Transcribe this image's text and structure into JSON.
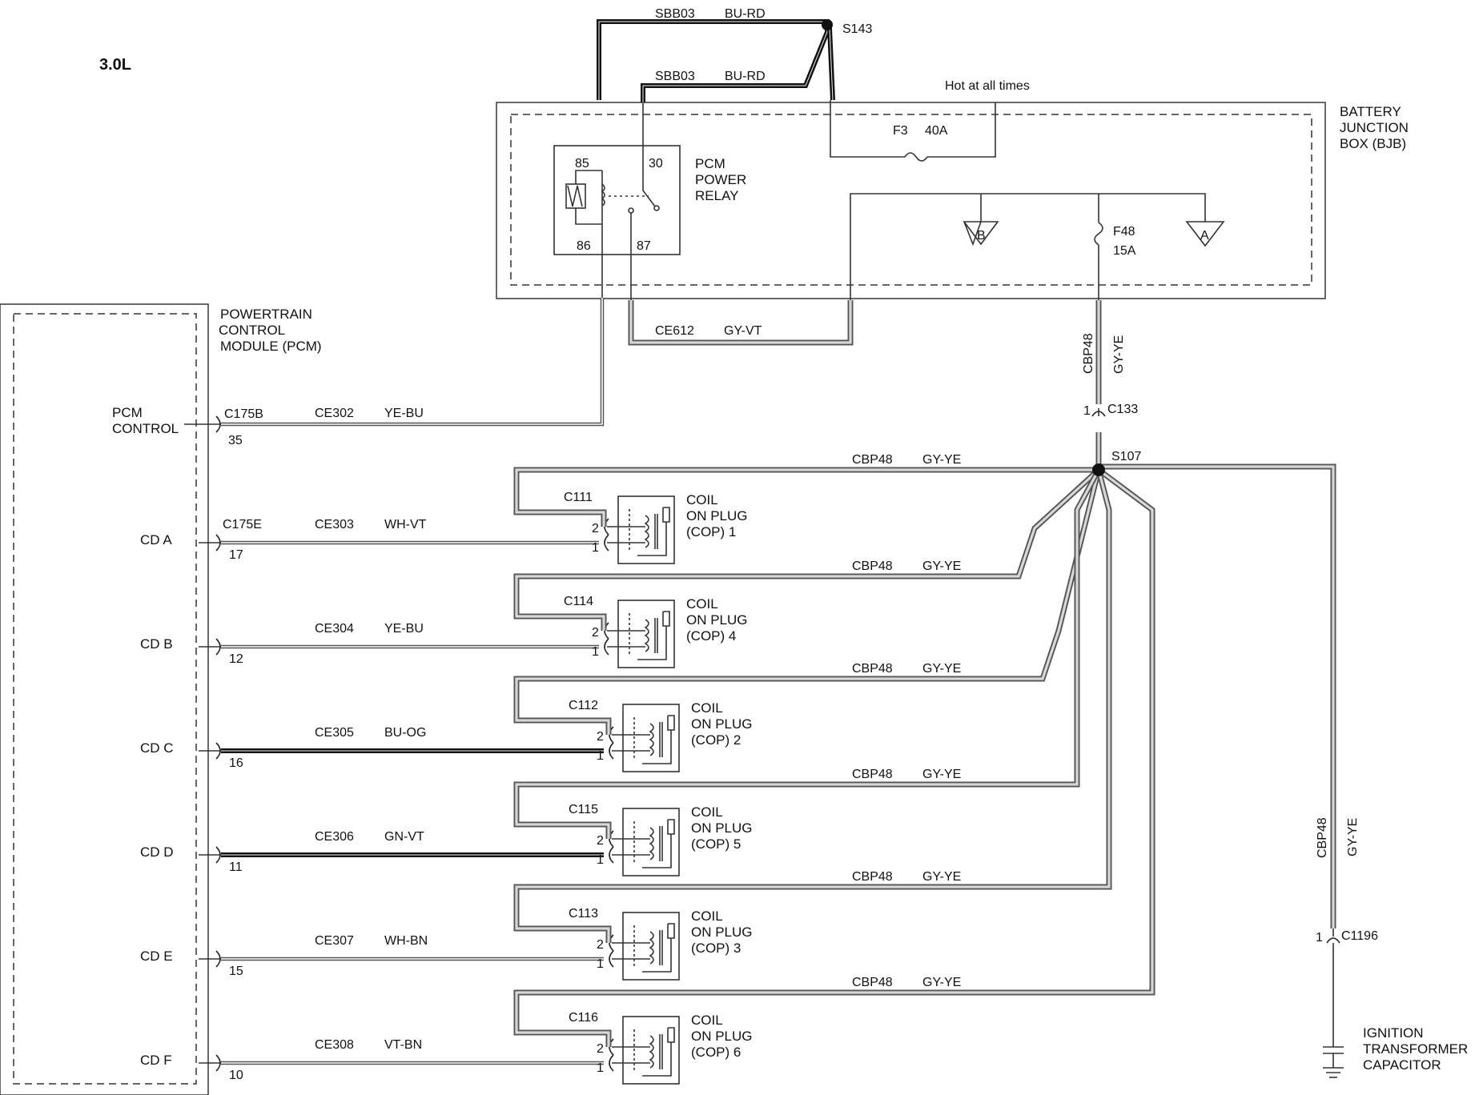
{
  "engine_label": "3.0L",
  "hot_label": "Hot at all times",
  "bjb": {
    "line1": "BATTERY",
    "line2": "JUNCTION",
    "line3": "BOX (BJB)"
  },
  "pcm": {
    "line1": "POWERTRAIN",
    "line2": "CONTROL",
    "line3": "MODULE (PCM)"
  },
  "relay": {
    "line1": "PCM",
    "line2": "POWER",
    "line3": "RELAY",
    "pin85": "85",
    "pin30": "30",
    "pin86": "86",
    "pin87": "87"
  },
  "fuses": {
    "f3_name": "F3",
    "f3_rating": "40A",
    "f48_name": "F48",
    "f48_rating": "15A",
    "term_a": "A",
    "term_b": "B"
  },
  "splices": {
    "s143": "S143",
    "s107": "S107"
  },
  "top_wires": [
    {
      "circuit": "SBB03",
      "color": "BU-RD"
    },
    {
      "circuit": "SBB03",
      "color": "BU-RD"
    }
  ],
  "ce612": {
    "circuit": "CE612",
    "color": "GY-VT"
  },
  "vert_cbp48": {
    "circuit": "CBP48",
    "color": "GY-YE"
  },
  "c133": {
    "pin": "1",
    "name": "C133"
  },
  "pcm_control": {
    "line1": "PCM",
    "line2": "CONTROL",
    "connector": "C175B",
    "pin": "35",
    "circuit": "CE302",
    "color": "YE-BU"
  },
  "cd_rows": [
    {
      "signal": "CD A",
      "connector": "C175E",
      "pin": "17",
      "circuit": "CE303",
      "color": "WH-VT"
    },
    {
      "signal": "CD B",
      "connector": "",
      "pin": "12",
      "circuit": "CE304",
      "color": "YE-BU"
    },
    {
      "signal": "CD C",
      "connector": "",
      "pin": "16",
      "circuit": "CE305",
      "color": "BU-OG"
    },
    {
      "signal": "CD D",
      "connector": "",
      "pin": "11",
      "circuit": "CE306",
      "color": "GN-VT"
    },
    {
      "signal": "CD E",
      "connector": "",
      "pin": "15",
      "circuit": "CE307",
      "color": "WH-BN"
    },
    {
      "signal": "CD F",
      "connector": "",
      "pin": "10",
      "circuit": "CE308",
      "color": "VT-BN"
    }
  ],
  "coils": [
    {
      "connector": "C111",
      "line1": "COIL",
      "line2": "ON PLUG",
      "line3": "(COP) 1",
      "pin_top": "2",
      "pin_bottom": "1",
      "feed_circuit": "CBP48",
      "feed_color": "GY-YE"
    },
    {
      "connector": "C114",
      "line1": "COIL",
      "line2": "ON PLUG",
      "line3": "(COP) 4",
      "pin_top": "2",
      "pin_bottom": "1",
      "feed_circuit": "CBP48",
      "feed_color": "GY-YE"
    },
    {
      "connector": "C112",
      "line1": "COIL",
      "line2": "ON PLUG",
      "line3": "(COP) 2",
      "pin_top": "2",
      "pin_bottom": "1",
      "feed_circuit": "CBP48",
      "feed_color": "GY-YE"
    },
    {
      "connector": "C115",
      "line1": "COIL",
      "line2": "ON PLUG",
      "line3": "(COP) 5",
      "pin_top": "2",
      "pin_bottom": "1",
      "feed_circuit": "CBP48",
      "feed_color": "GY-YE"
    },
    {
      "connector": "C113",
      "line1": "COIL",
      "line2": "ON PLUG",
      "line3": "(COP) 3",
      "pin_top": "2",
      "pin_bottom": "1",
      "feed_circuit": "CBP48",
      "feed_color": "GY-YE"
    },
    {
      "connector": "C116",
      "line1": "COIL",
      "line2": "ON PLUG",
      "line3": "(COP) 6",
      "pin_top": "2",
      "pin_bottom": "1",
      "feed_circuit": "CBP48",
      "feed_color": "GY-YE"
    }
  ],
  "right_feed": {
    "circuit": "CBP48",
    "color": "GY-YE"
  },
  "c1196": {
    "pin": "1",
    "name": "C1196"
  },
  "capacitor": {
    "line1": "IGNITION",
    "line2": "TRANSFORMER",
    "line3": "CAPACITOR"
  }
}
